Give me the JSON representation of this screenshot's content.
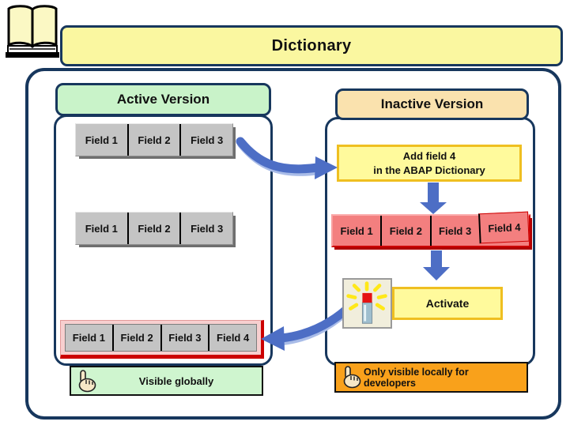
{
  "title": "Dictionary",
  "active": {
    "title": "Active Version",
    "rows": [
      {
        "fields": [
          "Field 1",
          "Field 2",
          "Field 3"
        ]
      },
      {
        "fields": [
          "Field 1",
          "Field 2",
          "Field 3"
        ]
      },
      {
        "fields": [
          "Field 1",
          "Field 2",
          "Field 3",
          "Field 4"
        ]
      }
    ],
    "footer": "Visible globally"
  },
  "inactive": {
    "title": "Inactive Version",
    "action": {
      "line1": "Add field 4",
      "line2": "in the ABAP Dictionary"
    },
    "row": {
      "fields": [
        "Field 1",
        "Field 2",
        "Field 3",
        "Field 4"
      ]
    },
    "activate": "Activate",
    "footer": "Only visible locally for developers"
  },
  "icons": {
    "book": "open-book-icon",
    "activate_lamp": "activate-lamp-icon",
    "hand": "hand-pointer-icon",
    "arrows": [
      "curved-arrow-right",
      "down-arrow",
      "down-arrow",
      "curved-arrow-left"
    ]
  },
  "colors": {
    "navy_border": "#17375D",
    "banner_fill": "#FAF7A0",
    "active_header_fill": "#C9F3C9",
    "inactive_header_fill": "#FAE2AE",
    "yellow_box_fill": "#FFFA9C",
    "yellow_box_border": "#EFBF20",
    "gray_cell_fill": "#C4C4C4",
    "red_cell_fill": "#F37F7F",
    "red_border": "#CC0000",
    "pink_frame_fill": "#F7CFCF",
    "arrow_blue": "#4D6EC5",
    "arrow_blue_light": "#A9BCE8",
    "green_label_fill": "#CFF5CF",
    "orange_label_fill": "#F9A11B"
  }
}
